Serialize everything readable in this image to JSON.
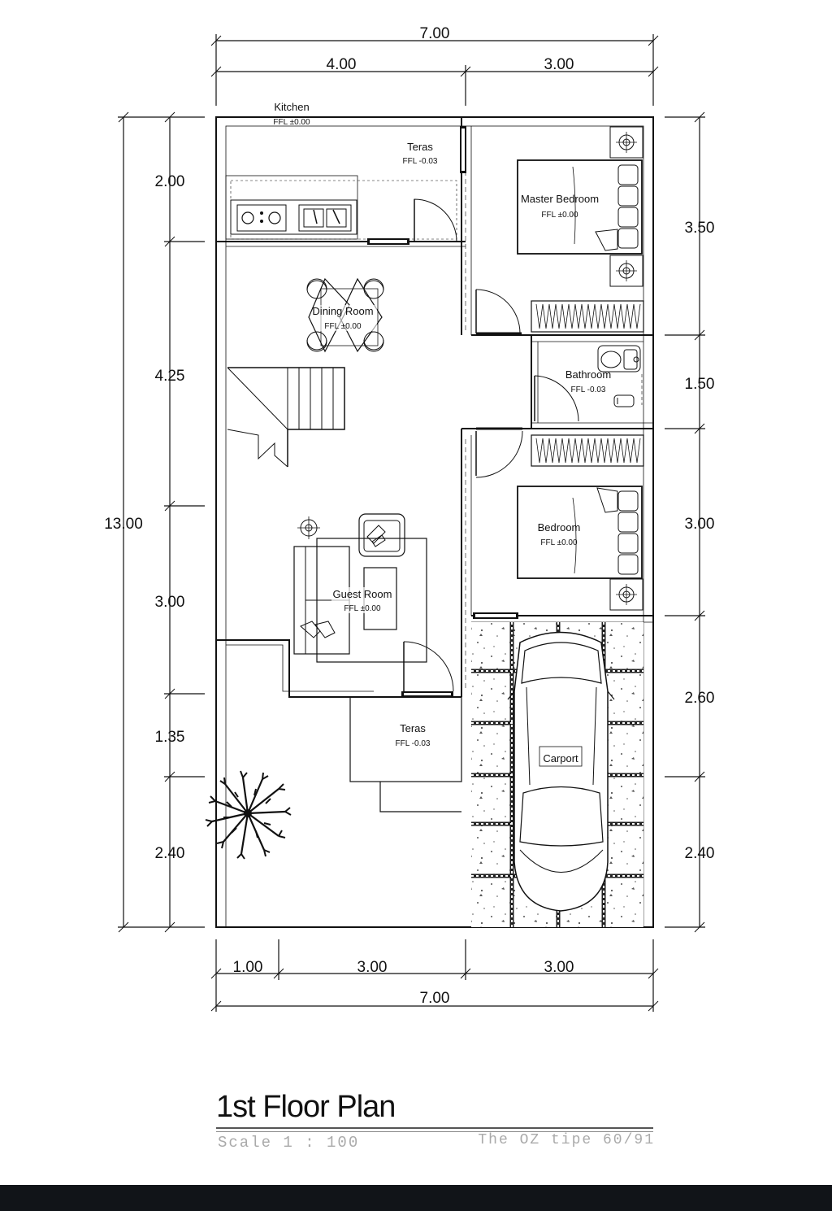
{
  "dimensions": {
    "top_total": "7.00",
    "top_left": "4.00",
    "top_right": "3.00",
    "left_total": "13.00",
    "left_1": "2.00",
    "left_2": "4.25",
    "left_3": "3.00",
    "left_4": "1.35",
    "left_5": "2.40",
    "right_1": "3.50",
    "right_2": "1.50",
    "right_3": "3.00",
    "right_4": "2.60",
    "right_5": "2.40",
    "bottom_1": "1.00",
    "bottom_2": "3.00",
    "bottom_3": "3.00",
    "bottom_total": "7.00"
  },
  "rooms": {
    "kitchen": {
      "name": "Kitchen",
      "ffl": "FFL ±0.00"
    },
    "teras_top": {
      "name": "Teras",
      "ffl": "FFL -0.03"
    },
    "master_bedroom": {
      "name": "Master Bedroom",
      "ffl": "FFL ±0.00"
    },
    "dining_room": {
      "name": "Dining Room",
      "ffl": "FFL ±0.00"
    },
    "bathroom": {
      "name": "Bathroom",
      "ffl": "FFL -0.03"
    },
    "bedroom": {
      "name": "Bedroom",
      "ffl": "FFL ±0.00"
    },
    "guest_room": {
      "name": "Guest Room",
      "ffl": "FFL ±0.00"
    },
    "teras_front": {
      "name": "Teras",
      "ffl": "FFL -0.03"
    },
    "carport": {
      "name": "Carport"
    }
  },
  "footer": {
    "title": "1st Floor Plan",
    "scale": "Scale 1 : 100",
    "type": "The OZ tipe 60/91"
  },
  "colors": {
    "line": "#111111",
    "footer_text": "#aaaaaa",
    "bottom_bar": "#111418"
  }
}
